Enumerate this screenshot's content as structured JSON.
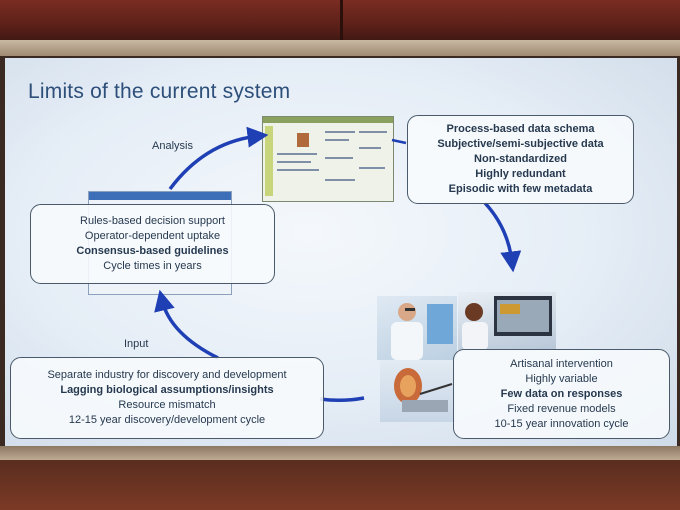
{
  "slide": {
    "title": "Limits of the current system",
    "labels": {
      "analysis": "Analysis",
      "input": "Input"
    },
    "boxes": {
      "data_schema": [
        {
          "text": "Process-based data schema",
          "bold": true
        },
        {
          "text": "Subjective/semi-subjective data",
          "bold": true
        },
        {
          "text": "Non-standardized",
          "bold": true
        },
        {
          "text": "Highly redundant",
          "bold": true
        },
        {
          "text": "Episodic with few metadata",
          "bold": true
        }
      ],
      "decision_support": [
        {
          "text": "Rules-based decision support",
          "bold": false
        },
        {
          "text": "Operator-dependent uptake",
          "bold": false
        },
        {
          "text": "Consensus-based guidelines",
          "bold": true
        },
        {
          "text": "Cycle times in years",
          "bold": false
        }
      ],
      "industry": [
        {
          "text": "Separate industry for discovery and development",
          "bold": false
        },
        {
          "text": "Lagging biological assumptions/insights",
          "bold": true
        },
        {
          "text": "Resource mismatch",
          "bold": false
        },
        {
          "text": "12-15 year discovery/development cycle",
          "bold": false
        }
      ],
      "intervention": [
        {
          "text": "Artisanal intervention",
          "bold": false
        },
        {
          "text": "Highly variable",
          "bold": false
        },
        {
          "text": "Few data on responses",
          "bold": true
        },
        {
          "text": "Fixed revenue models",
          "bold": false
        },
        {
          "text": "10-15 year innovation cycle",
          "bold": false
        }
      ]
    }
  },
  "colors": {
    "title": "#2d4f7a",
    "arrow": "#1f3fb5",
    "text": "#26394f"
  },
  "icons": [
    "medical-record-screenshot",
    "software-window-screenshot",
    "doctor-photo",
    "clinician-monitor-photo",
    "anatomy-3d-model-image"
  ]
}
